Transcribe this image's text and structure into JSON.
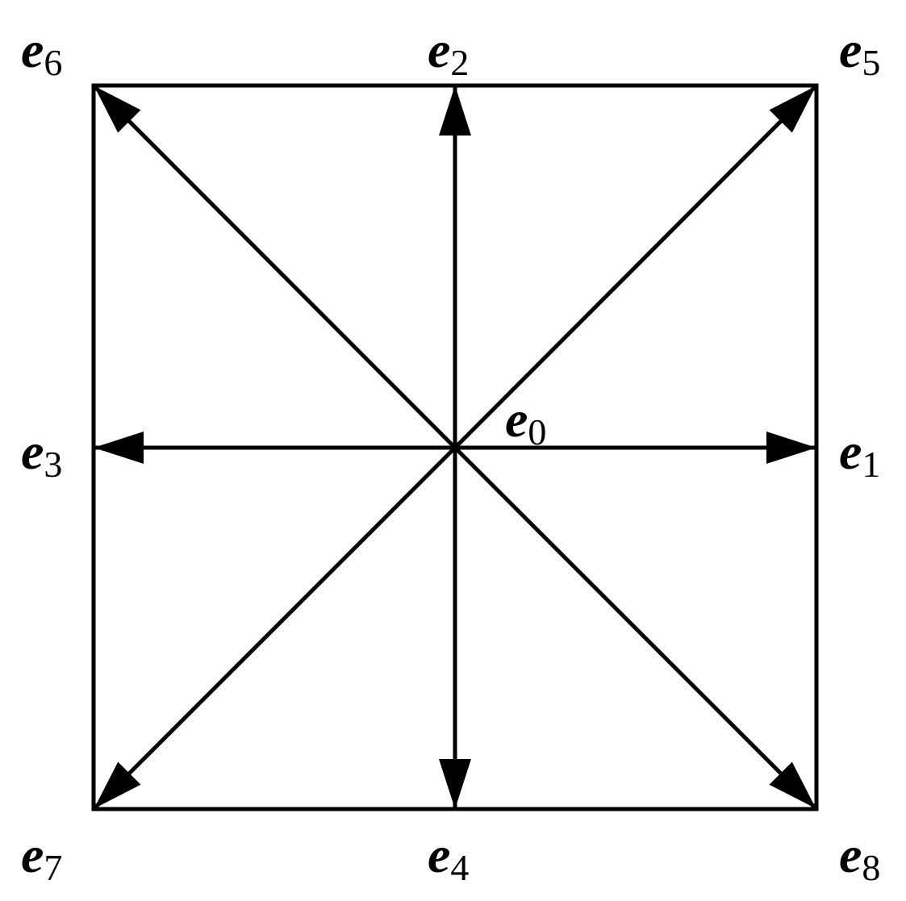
{
  "diagram": {
    "symbol": "e",
    "vectors": [
      {
        "id": "e0",
        "sub": "0"
      },
      {
        "id": "e1",
        "sub": "1"
      },
      {
        "id": "e2",
        "sub": "2"
      },
      {
        "id": "e3",
        "sub": "3"
      },
      {
        "id": "e4",
        "sub": "4"
      },
      {
        "id": "e5",
        "sub": "5"
      },
      {
        "id": "e6",
        "sub": "6"
      },
      {
        "id": "e7",
        "sub": "7"
      },
      {
        "id": "e8",
        "sub": "8"
      }
    ],
    "stroke_color": "#000000"
  }
}
